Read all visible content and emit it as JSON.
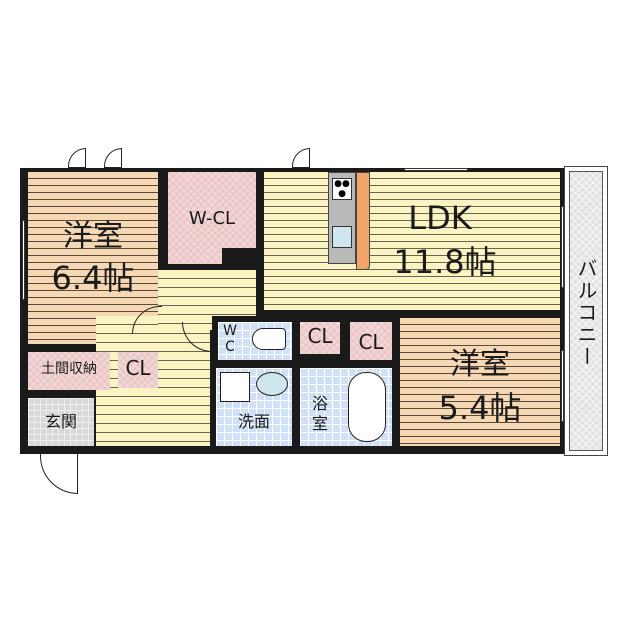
{
  "floorplan": {
    "rooms": {
      "western_room_1": {
        "name": "洋室",
        "size": "6.4帖"
      },
      "walk_in_closet": {
        "name": "W-CL"
      },
      "ldk": {
        "name": "LDK",
        "size": "11.8帖"
      },
      "balcony": {
        "name": "バルコニー"
      },
      "western_room_2": {
        "name": "洋室",
        "size": "5.4帖"
      },
      "shoe_storage": {
        "name": "土間収納"
      },
      "closet_entry": {
        "name": "CL"
      },
      "entrance": {
        "name": "玄関"
      },
      "wc": {
        "name": "W\nC",
        "name_top": "W",
        "name_bottom": "C"
      },
      "closet_mid_1": {
        "name": "CL"
      },
      "closet_mid_2": {
        "name": "CL"
      },
      "washroom": {
        "name": "洗面"
      },
      "bathroom": {
        "name": "浴室",
        "name_top": "浴",
        "name_bottom": "室"
      }
    },
    "colors": {
      "wall": "#1a1a1a",
      "wood_floor": "#f6d8b4",
      "ldk_floor": "#faf3c2",
      "closet": "#f2d6d6",
      "tile": "#cfe0f7",
      "entrance": "#d8d8d8",
      "balcony": "#e2e2e2"
    }
  }
}
